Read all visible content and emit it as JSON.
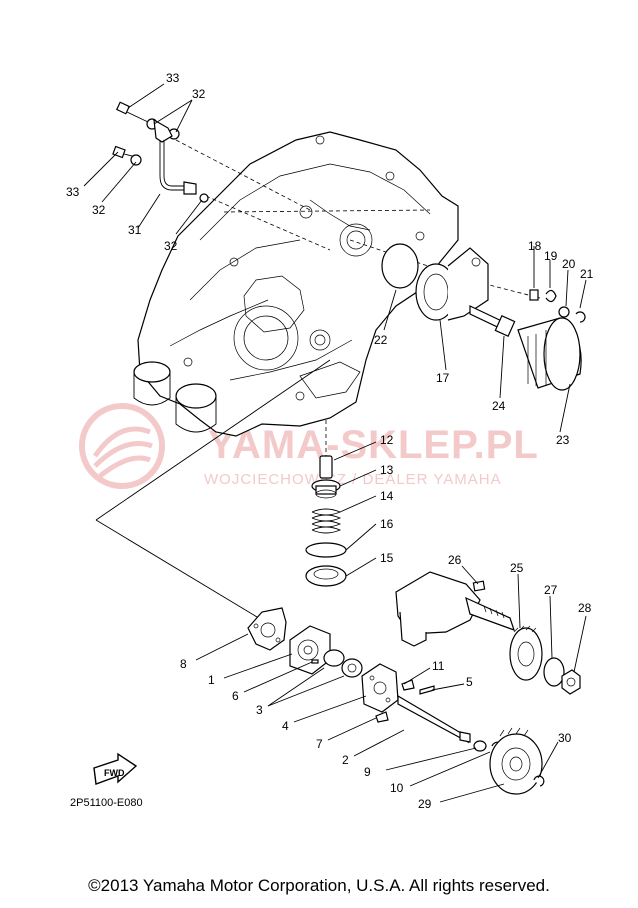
{
  "watermark": {
    "main": "YAMA-SKLEP.PL",
    "sub": "WOJCIECHOWICZ / DEALER YAMAHA"
  },
  "diagram_code": "2P51100-E080",
  "fwd_label": "FWD",
  "copyright": "©2013 Yamaha Motor Corporation, U.S.A. All rights reserved.",
  "callouts": {
    "c1": "1",
    "c2": "2",
    "c3": "3",
    "c4": "4",
    "c5": "5",
    "c6": "6",
    "c7": "7",
    "c8": "8",
    "c9": "9",
    "c10": "10",
    "c11": "11",
    "c12": "12",
    "c13": "13",
    "c14": "14",
    "c15": "15",
    "c16": "16",
    "c17": "17",
    "c18": "18",
    "c19": "19",
    "c20": "20",
    "c21": "21",
    "c22": "22",
    "c23": "23",
    "c24": "24",
    "c25": "25",
    "c26": "26",
    "c27": "27",
    "c28": "28",
    "c29": "29",
    "c30": "30",
    "c31": "31",
    "c32a": "32",
    "c32b": "32",
    "c32c": "32",
    "c33a": "33",
    "c33b": "33"
  }
}
